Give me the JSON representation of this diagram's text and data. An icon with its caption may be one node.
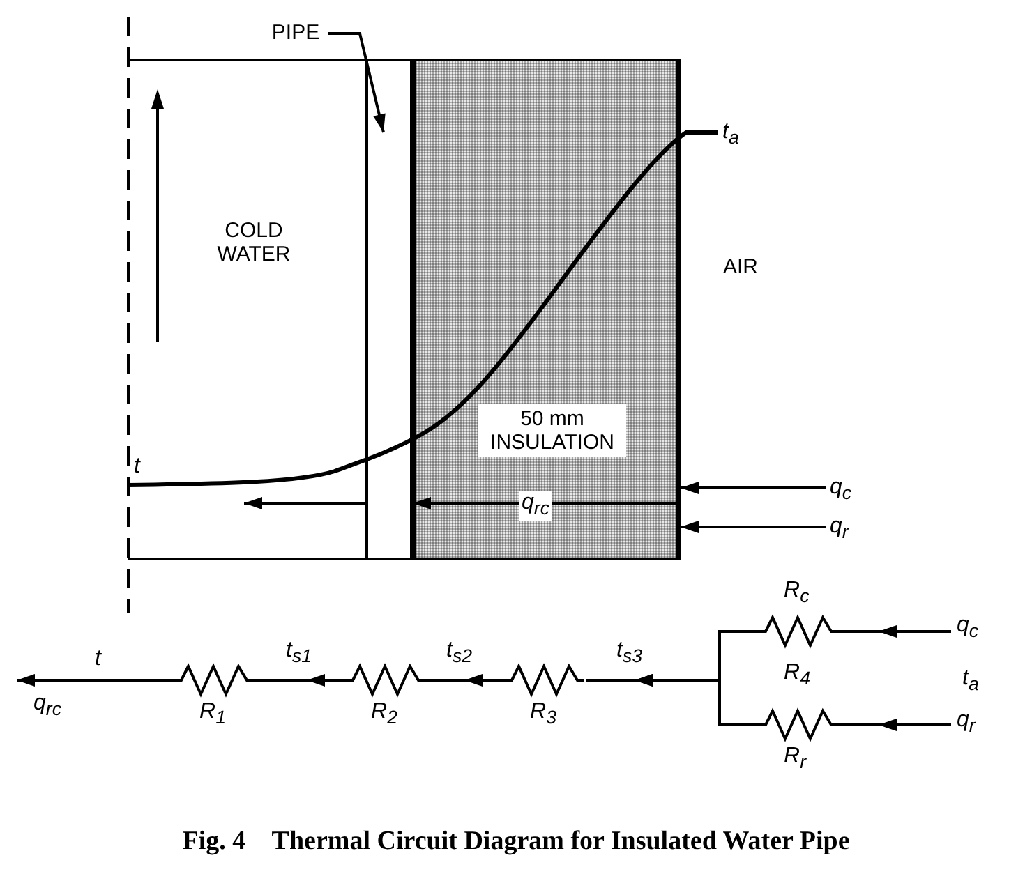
{
  "diagram": {
    "caption": "Fig. 4    Thermal Circuit Diagram for Insulated Water Pipe",
    "nodes": [
      {
        "text": [
          "COLD WATER"
        ]
      },
      {
        "text": [],
        "shape": "bar"
      },
      {
        "text": [
          "PIPE"
        ]
      },
      {
        "text": [
          "50 mm INSULATION"
        ]
      },
      {
        "text": [
          "AIR"
        ]
      },
      {
        "text": [
          "q$_{c}$"
        ]
      },
      {
        "text": [
          "q$_{r}$"
        ]
      },
      {
        "text": [
          "R$_{1}$"
        ]
      },
      {
        "text": [
          "R$_{2}$"
        ]
      },
      {
        "text": [
          "R$_{3}$"
        ]
      },
      {
        "text": [
          "R$_{c}$"
        ]
      },
      {
        "text": [
          "R$_{r}$"
        ]
      },
      {
        "text": [
          "q$_{c}$"
        ]
      },
      {
        "text": [
          "q$_{r}$"
        ]
      }
    ],
    "edges": [
      {
        "from": 2,
        "to": 1,
        "arrow": "to"
      },
      {
        "from": 5,
        "to": 3,
        "arrow": "to"
      },
      {
        "from": 6,
        "to": 3,
        "arrow": "to"
      },
      {
        "from": 3,
        "to": 1,
        "arrow": "to",
        "label": "q$_{rc}$"
      },
      {
        "from": 1,
        "to": 0,
        "arrow": "to"
      },
      {
        "from": 7,
        "to": null,
        "arrow": "to",
        "label": "q$_{rc}$"
      },
      {
        "from": 8,
        "to": 7,
        "arrow": "to"
      },
      {
        "from": 9,
        "to": 8,
        "arrow": "to"
      },
      {
        "from": 10,
        "to": 9,
        "arrow": "to"
      },
      {
        "from": 11,
        "to": 9,
        "arrow": "to"
      },
      {
        "from": 12,
        "to": 10,
        "arrow": "to"
      },
      {
        "from": 13,
        "to": 11,
        "arrow": "to"
      }
    ],
    "labels": [
      "t",
      "t$_{a}$",
      "t",
      "t$_{s1}$",
      "t$_{s2}$",
      "t$_{s3}$",
      "R$_{4}$",
      "t$_{a}$"
    ]
  }
}
